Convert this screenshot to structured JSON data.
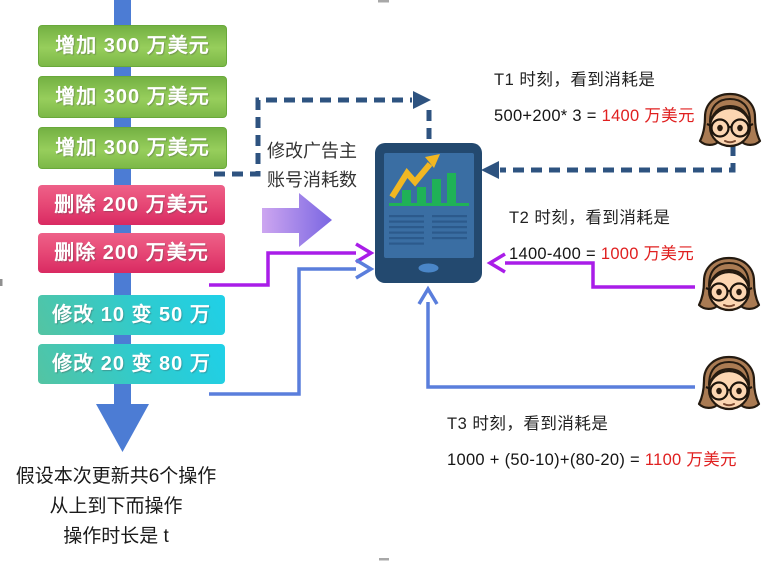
{
  "diagram": {
    "operations": [
      {
        "label": "增加 300 万美元",
        "kind": "add"
      },
      {
        "label": "增加 300 万美元",
        "kind": "add"
      },
      {
        "label": "增加 300 万美元",
        "kind": "add"
      },
      {
        "label": "删除 200 万美元",
        "kind": "delete"
      },
      {
        "label": "删除 200 万美元",
        "kind": "delete"
      },
      {
        "label": "修改 10 变 50 万",
        "kind": "modify"
      },
      {
        "label": "修改 20 变 80 万",
        "kind": "modify"
      }
    ],
    "caption": {
      "line1": "假设本次更新共6个操作",
      "line2": "从上到下而操作",
      "line3": "操作时长是 t"
    },
    "connector_label": {
      "line1": "修改广告主",
      "line2": "账号消耗数"
    },
    "observations": [
      {
        "time": "T1",
        "header": "T1 时刻，看到消耗是",
        "formula": "500+200* 3 = ",
        "result": "1400 万美元"
      },
      {
        "time": "T2",
        "header": "T2 时刻，看到消耗是",
        "formula": "1400-400 = ",
        "result": "1000 万美元"
      },
      {
        "time": "T3",
        "header": "T3 时刻，看到消耗是",
        "formula": "1000 + (50-10)+(80-20) = ",
        "result": "1100 万美元"
      }
    ],
    "colors": {
      "add_box_gradient": [
        "#74b143",
        "#97ce5c",
        "#7cb847"
      ],
      "delete_box_gradient": [
        "#ee6189",
        "#d92a62"
      ],
      "modify_box_gradient": [
        "#54c4a2",
        "#1fd0e8"
      ],
      "flow_arrow_blue": "#4c7cd4",
      "dashed_navy": "#2e5380",
      "thin_purple": "#a91de8",
      "thin_blue": "#5a7edc",
      "block_arrow_gradient": [
        "#cda6f0",
        "#7a66e2"
      ],
      "result_red": "#e02020",
      "tablet_body": "#23496f",
      "tablet_screen": "#3a6ea3",
      "chart_green": "#1fb257",
      "chart_yellow": "#f2b722"
    }
  }
}
